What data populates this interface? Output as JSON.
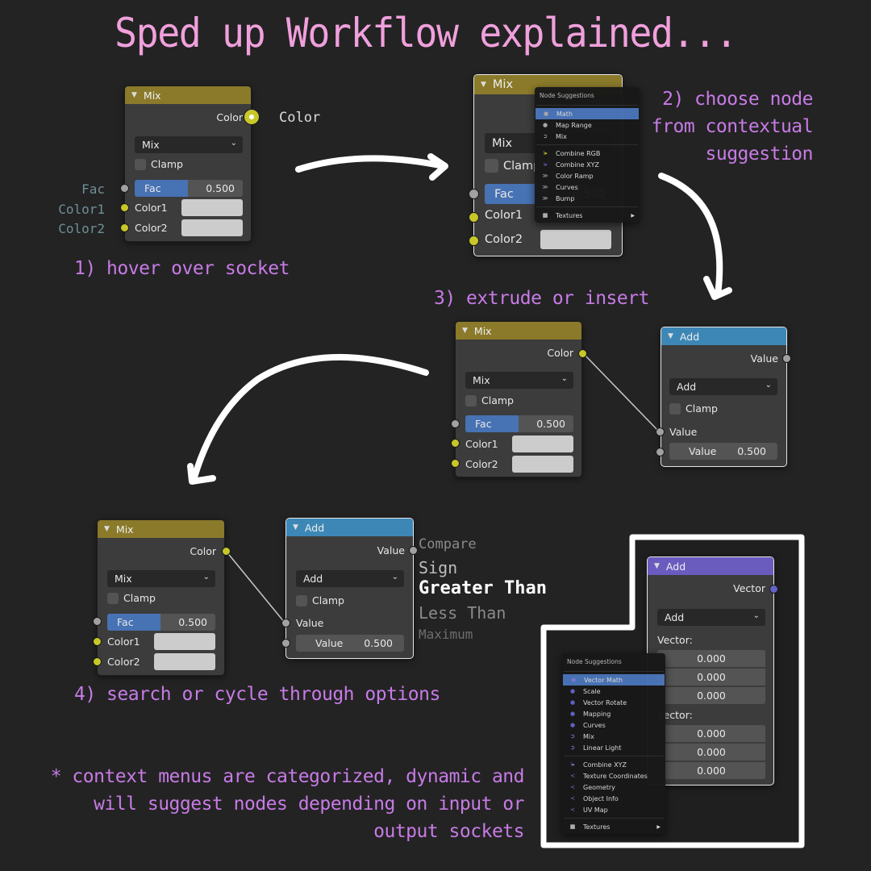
{
  "title": "Sped up Workflow explained...",
  "colors": {
    "background": "#232323",
    "title": "#f0a0dc",
    "caption": "#c77be6",
    "mix_header": "#8a7a2a",
    "math_header": "#3d87b6",
    "vector_header": "#6a5cbf",
    "highlight": "#4a74b8",
    "color_socket": "#c7c729",
    "float_socket": "#a1a1a1",
    "vector_socket": "#6363c7"
  },
  "steps": {
    "step1": "1) hover over socket",
    "step2": [
      "2) choose node",
      "from contextual",
      "suggestion"
    ],
    "step3": "3) extrude or insert",
    "step4": "4) search or cycle through options",
    "footnote": [
      "* context menus are categorized, dynamic and",
      "will suggest nodes depending on input or",
      "output sockets"
    ]
  },
  "mix_node": {
    "title": "Mix",
    "output": "Color",
    "blend_mode": "Mix",
    "clamp": "Clamp",
    "fac_label": "Fac",
    "fac_value": "0.500",
    "color1": "Color1",
    "color2": "Color2"
  },
  "hover_labels": {
    "output": "Color",
    "inputs": [
      "Fac",
      "Color1",
      "Color2"
    ]
  },
  "math_node": {
    "title": "Add",
    "output": "Value",
    "operation": "Add",
    "clamp": "Clamp",
    "input1": "Value",
    "input2_label": "Value",
    "input2_value": "0.500"
  },
  "menu1": {
    "title": "Node Suggestions",
    "groups": [
      [
        {
          "label": "Math",
          "icon": "float-socket-icon",
          "highlighted": true
        },
        {
          "label": "Map Range",
          "icon": "float-socket-icon"
        },
        {
          "label": "Mix",
          "icon": "node-icon"
        }
      ],
      [
        {
          "label": "Combine RGB",
          "icon": "node-icon"
        },
        {
          "label": "Combine XYZ",
          "icon": "node-icon"
        },
        {
          "label": "Color Ramp",
          "icon": "node-icon"
        },
        {
          "label": "Curves",
          "icon": "node-icon"
        },
        {
          "label": "Bump",
          "icon": "node-icon"
        }
      ]
    ],
    "submenu": "Textures"
  },
  "cycle_options": [
    "Compare",
    "Sign",
    "Greater Than",
    "Less Than",
    "Maximum"
  ],
  "cycle_selected": "Greater Than",
  "vector_node": {
    "title": "Add",
    "output": "Vector",
    "operation": "Add",
    "vector1_label": "Vector:",
    "vector1": [
      "0.000",
      "0.000",
      "0.000"
    ],
    "vector2_label": "Vector:",
    "vector2": [
      "0.000",
      "0.000",
      "0.000"
    ]
  },
  "menu2": {
    "title": "Node Suggestions",
    "groups": [
      [
        {
          "label": "Vector Math",
          "icon": "vector-socket-icon",
          "highlighted": true
        },
        {
          "label": "Scale",
          "icon": "vector-socket-icon"
        },
        {
          "label": "Vector Rotate",
          "icon": "vector-socket-icon"
        },
        {
          "label": "Mapping",
          "icon": "vector-socket-icon"
        },
        {
          "label": "Curves",
          "icon": "vector-socket-icon"
        },
        {
          "label": "Mix",
          "icon": "node-icon"
        },
        {
          "label": "Linear Light",
          "icon": "node-icon"
        }
      ],
      [
        {
          "label": "Combine XYZ",
          "icon": "node-icon"
        },
        {
          "label": "Texture Coordinates",
          "icon": "input-node-icon"
        },
        {
          "label": "Geometry",
          "icon": "input-node-icon"
        },
        {
          "label": "Object Info",
          "icon": "input-node-icon"
        },
        {
          "label": "UV Map",
          "icon": "input-node-icon"
        }
      ]
    ],
    "submenu": "Textures"
  }
}
